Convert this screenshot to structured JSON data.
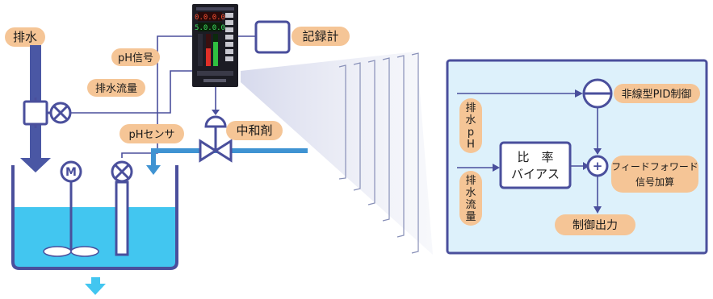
{
  "labels": {
    "drain": "排水",
    "ph_signal": "pH信号",
    "drain_flow": "排水流量",
    "ph_sensor": "pHセンサ",
    "neutralizer": "中和剤",
    "recorder": "記録計"
  },
  "detail": {
    "nonlinear_pid": "非線型PID制御",
    "drain_ph": [
      "排",
      "水",
      "p",
      "H"
    ],
    "drain_flow": [
      "排",
      "水",
      "流",
      "量"
    ],
    "ratio_bias_line1": "比　率",
    "ratio_bias_line2": "バイアス",
    "plus_symbol": "+",
    "feedforward_line1": "フィードフォワード",
    "feedforward_line2": "信号加算",
    "control_output": "制御出力"
  },
  "controller": {
    "display_top": "0.0.0.0",
    "display_mid": "5.0.0.0"
  },
  "colors": {
    "label_bg": "#f5c596",
    "line": "#4a4f9c",
    "water": "#42c6f0",
    "detail_bg": "#ddf1fb",
    "pipe": "#3f93d2",
    "drain_arrow": "#4a57a4"
  }
}
